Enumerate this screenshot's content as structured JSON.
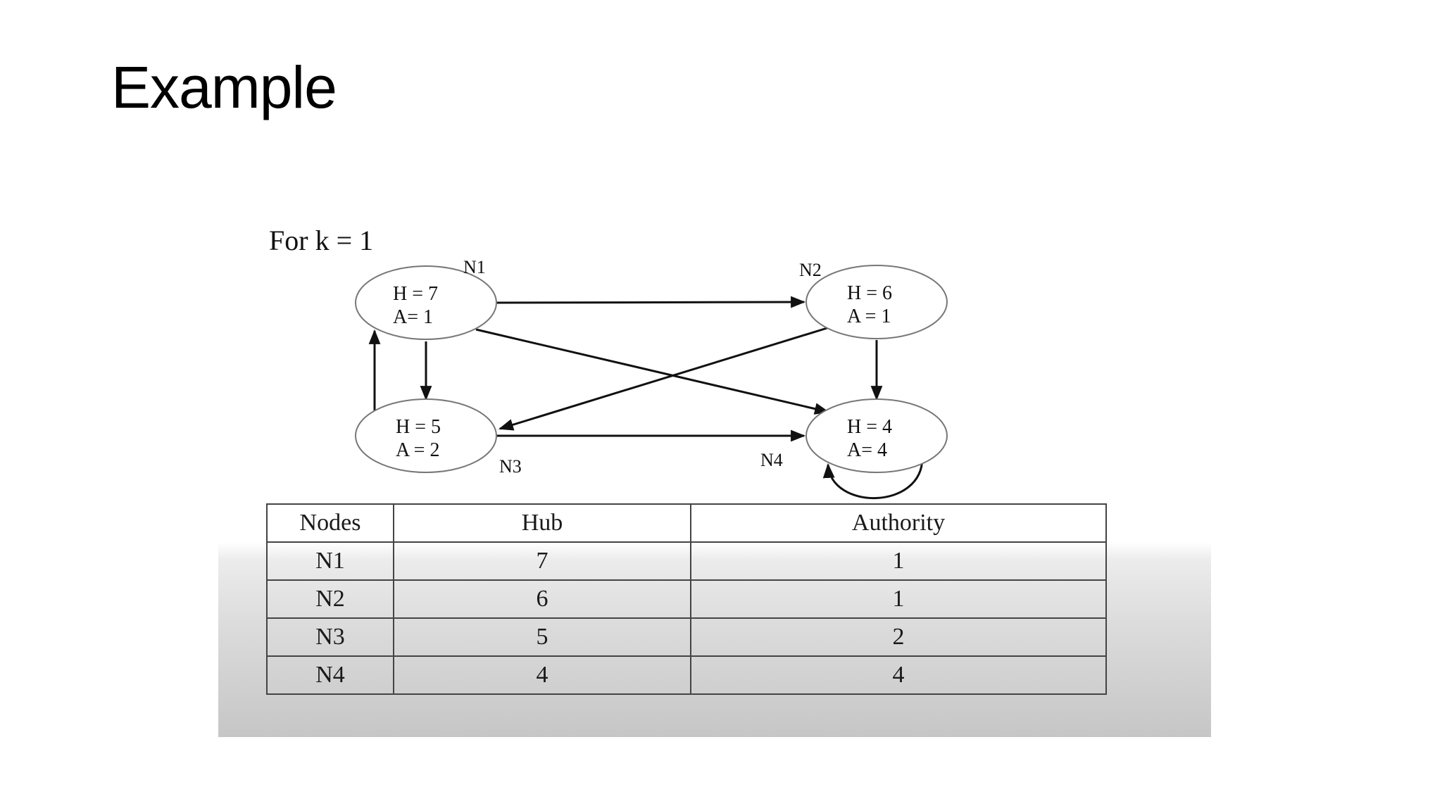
{
  "slide": {
    "title": "Example"
  },
  "diagram": {
    "caption": "For k = 1",
    "nodes": [
      {
        "id": "N1",
        "label": "N1",
        "hub_text": "H = 7",
        "auth_text": "A= 1"
      },
      {
        "id": "N2",
        "label": "N2",
        "hub_text": "H = 6",
        "auth_text": "A = 1"
      },
      {
        "id": "N3",
        "label": "N3",
        "hub_text": "H = 5",
        "auth_text": "A = 2"
      },
      {
        "id": "N4",
        "label": "N4",
        "hub_text": "H = 4",
        "auth_text": "A= 4"
      }
    ],
    "edges": [
      {
        "from": "N1",
        "to": "N2"
      },
      {
        "from": "N1",
        "to": "N3"
      },
      {
        "from": "N1",
        "to": "N4"
      },
      {
        "from": "N2",
        "to": "N3"
      },
      {
        "from": "N2",
        "to": "N4"
      },
      {
        "from": "N3",
        "to": "N1"
      },
      {
        "from": "N3",
        "to": "N4"
      },
      {
        "from": "N4",
        "to": "N4"
      }
    ]
  },
  "table": {
    "headers": [
      "Nodes",
      "Hub",
      "Authority"
    ],
    "rows": [
      [
        "N1",
        "7",
        "1"
      ],
      [
        "N2",
        "6",
        "1"
      ],
      [
        "N3",
        "5",
        "2"
      ],
      [
        "N4",
        "4",
        "4"
      ]
    ]
  }
}
